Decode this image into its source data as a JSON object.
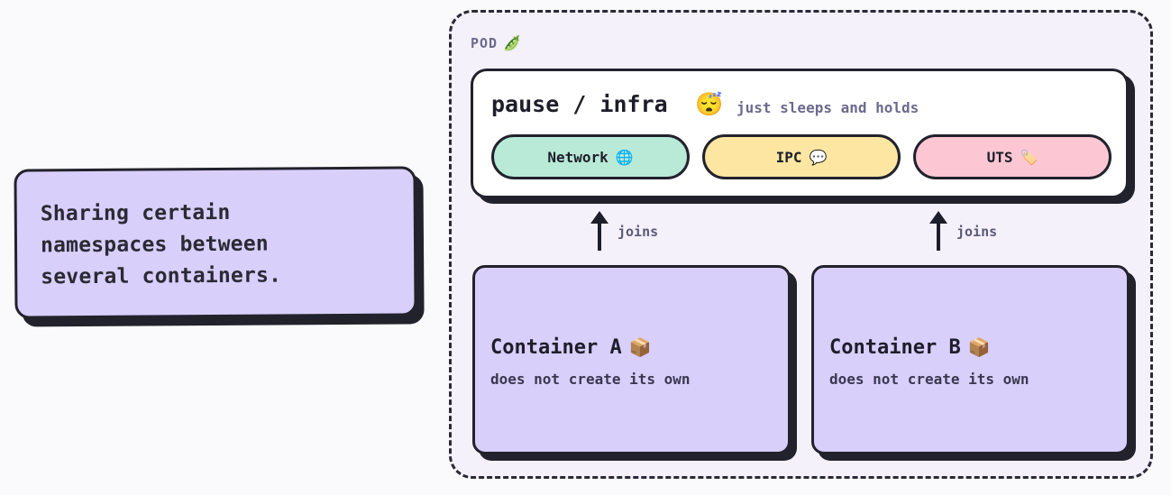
{
  "note": {
    "text": "Sharing certain\nnamespaces between\nseveral containers."
  },
  "pod": {
    "label": "POD",
    "icon": "pea-pod-icon",
    "icon_glyph": "🫛"
  },
  "pause": {
    "title": "pause / infra",
    "emoji": "😴",
    "subtitle": "just sleeps and holds",
    "namespaces": [
      {
        "label": "Network",
        "emoji": "🌐",
        "color": "#b9ead8"
      },
      {
        "label": "IPC",
        "emoji": "💬",
        "color": "#fde6a2"
      },
      {
        "label": "UTS",
        "emoji": "🏷️",
        "color": "#fcc7d3"
      }
    ]
  },
  "arrows": [
    {
      "label": "joins"
    },
    {
      "label": "joins"
    }
  ],
  "containers": [
    {
      "title": "Container A",
      "emoji": "📦",
      "subtitle": "does not create its own"
    },
    {
      "title": "Container B",
      "emoji": "📦",
      "subtitle": "does not create its own"
    }
  ],
  "colors": {
    "container_fill": "#d9cffb",
    "outline": "#22222c",
    "pod_fill": "#f4f1fb",
    "muted_text": "#6c6a8c"
  }
}
